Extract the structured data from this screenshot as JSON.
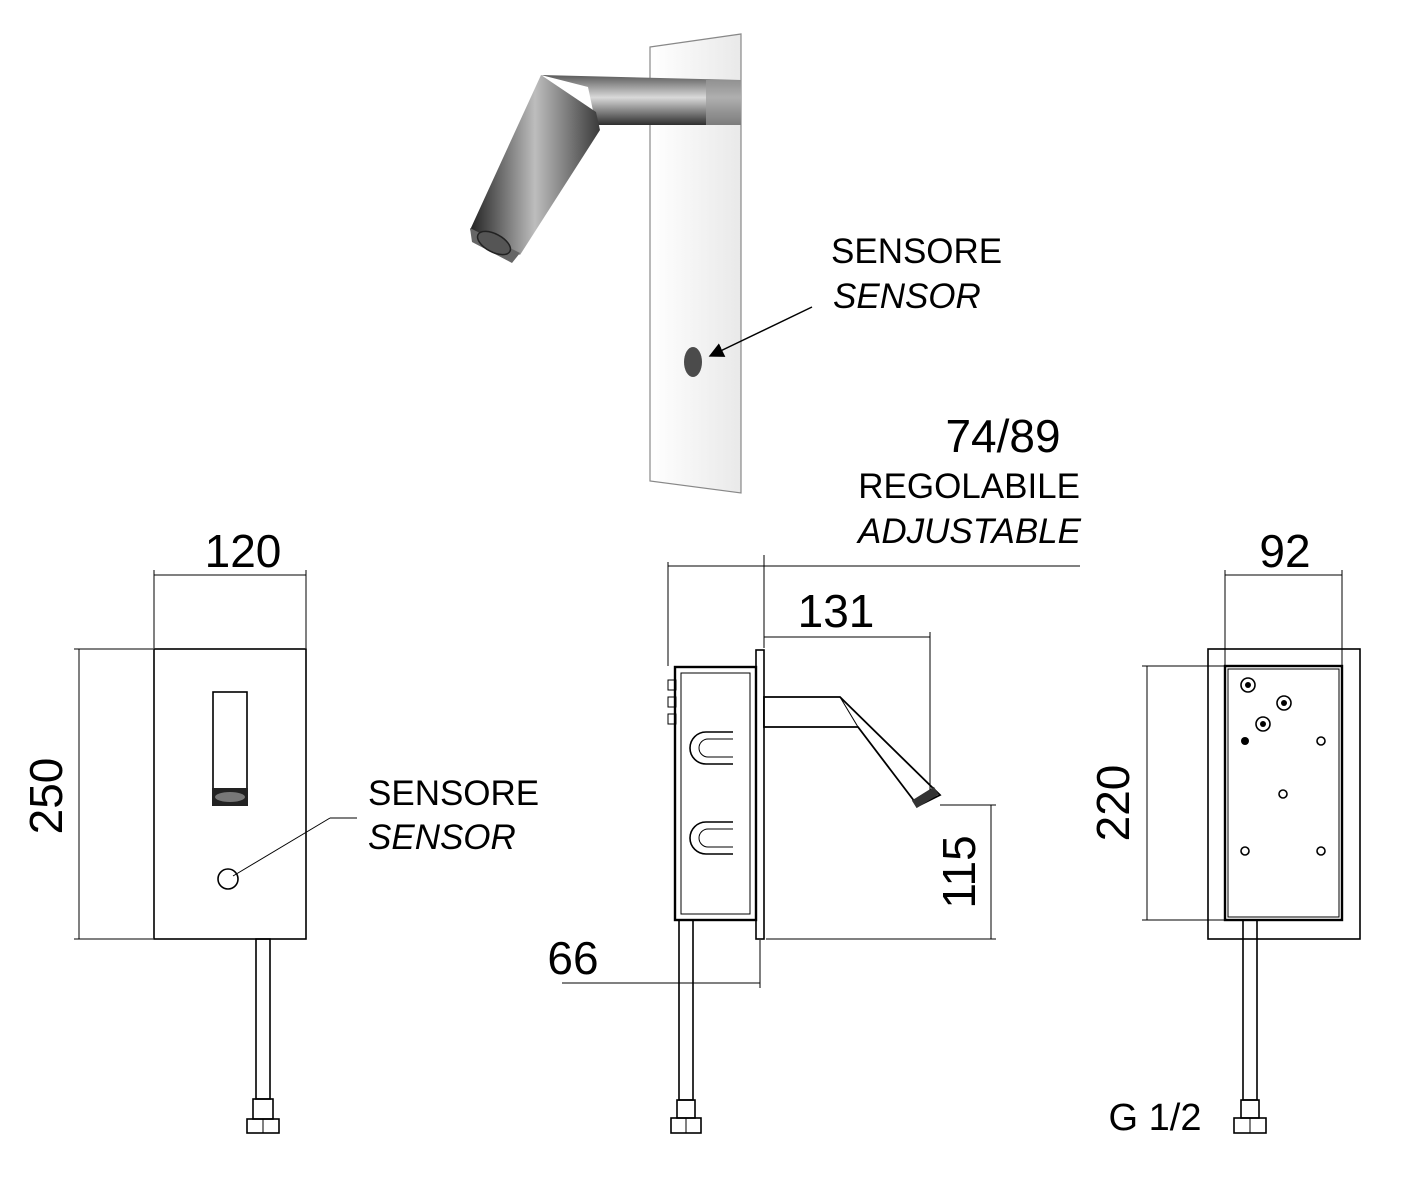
{
  "colors": {
    "ink": "#000000",
    "background": "#ffffff",
    "chrome_dark": "#3b3b3b",
    "chrome_mid": "#8a8a8a",
    "chrome_light": "#e6e6e6",
    "plate": "#f7f7f7"
  },
  "perspective": {
    "sensor_label": "SENSORE",
    "sensor_label_en": "SENSOR"
  },
  "front_view": {
    "width_dim": "120",
    "height_dim": "250",
    "sensor_label": "SENSORE",
    "sensor_label_en": "SENSOR"
  },
  "side_view": {
    "reach_dim": "74/89",
    "reach_label": "REGOLABILE",
    "reach_label_en": "ADJUSTABLE",
    "spout_dim": "131",
    "spout_height_dim": "115",
    "box_depth_dim": "66"
  },
  "back_view": {
    "width_dim": "92",
    "height_dim": "220",
    "connection_label": "G 1/2"
  }
}
